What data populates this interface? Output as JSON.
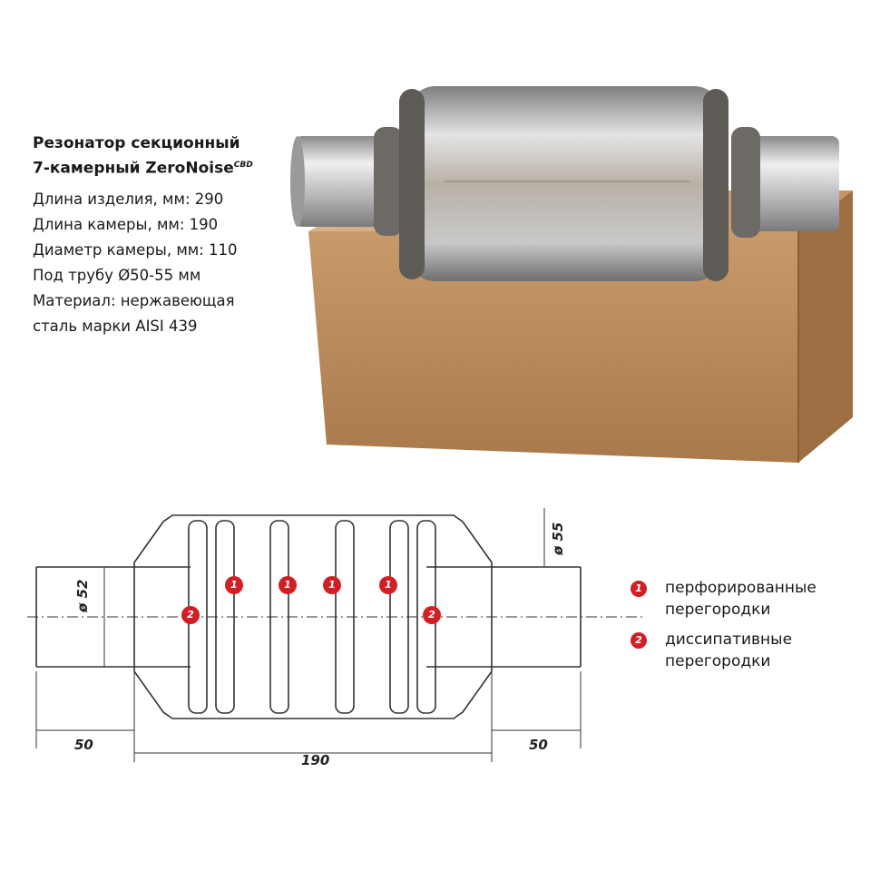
{
  "product": {
    "title_line1": "Резонатор секционный",
    "title_line2": "7-камерный ZeroNoise",
    "title_sup": "CBD",
    "specs": [
      "Длина изделия, мм: 290",
      "Длина камеры, мм: 190",
      "Диаметр камеры, мм: 110",
      "Под трубу Ø50-55 мм",
      "Материал: нержавеющая",
      "сталь марки AISI 439"
    ]
  },
  "drawing": {
    "dim_left": "50",
    "dim_center": "190",
    "dim_right": "50",
    "dim_inner_diameter": "ø 52",
    "dim_outer_diameter": "ø 55",
    "markers": [
      "1",
      "1",
      "1",
      "1",
      "2",
      "2"
    ]
  },
  "legend": [
    {
      "num": "1",
      "line1": "перфорированные",
      "line2": "перегородки"
    },
    {
      "num": "2",
      "line1": "диссипативные",
      "line2": "перегородки"
    }
  ],
  "colors": {
    "marker": "#d21f26",
    "box": "#b88a5b",
    "steel": "#a9a9a9"
  }
}
